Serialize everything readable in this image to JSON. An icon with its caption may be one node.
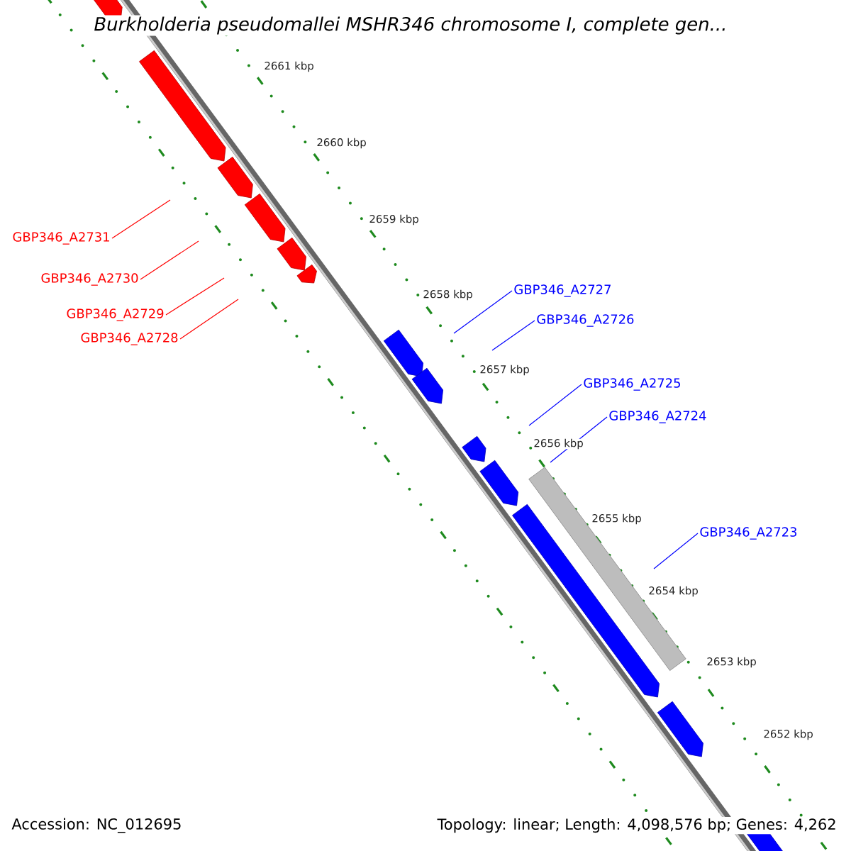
{
  "diagram": {
    "title": "*Burkholderia pseudomallei* MSHR346 chromosome I, complete gen...",
    "nodes": [
      {
        "text": [
          "GBP346_A2731"
        ]
      },
      {
        "text": [
          "GBP346_A2730"
        ]
      },
      {
        "text": [
          "GBP346_A2729"
        ]
      },
      {
        "text": [
          "GBP346_A2728"
        ]
      },
      {
        "text": [
          "GBP346_A2727"
        ]
      },
      {
        "text": [
          "GBP346_A2726"
        ]
      },
      {
        "text": [
          "GBP346_A2725"
        ]
      },
      {
        "text": [
          "GBP346_A2724"
        ]
      },
      {
        "text": [
          "GBP346_A2723"
        ]
      }
    ],
    "edges": [
      {
        "from": 0,
        "to": null,
        "arrow": "none",
        "color": "#ff0000"
      },
      {
        "from": 1,
        "to": null,
        "arrow": "none",
        "color": "#ff0000"
      },
      {
        "from": 2,
        "to": null,
        "arrow": "none",
        "color": "#ff0000"
      },
      {
        "from": 3,
        "to": null,
        "arrow": "none",
        "color": "#ff0000"
      },
      {
        "from": 4,
        "to": null,
        "arrow": "none"
      },
      {
        "from": 5,
        "to": null,
        "arrow": "none"
      },
      {
        "from": 6,
        "to": null,
        "arrow": "none"
      },
      {
        "from": 7,
        "to": null,
        "arrow": "none"
      },
      {
        "from": 8,
        "to": null,
        "arrow": "none"
      }
    ],
    "labels": [
      "2661 kbp",
      "2660 kbp",
      "2659 kbp",
      "2658 kbp",
      "2657 kbp",
      "2656 kbp",
      "2655 kbp",
      "2654 kbp",
      "2653 kbp",
      "2652 kbp",
      "Accession: NC_012695",
      "Topology: linear; Length: 4,098,576 bp; Genes: 4,262"
    ]
  }
}
